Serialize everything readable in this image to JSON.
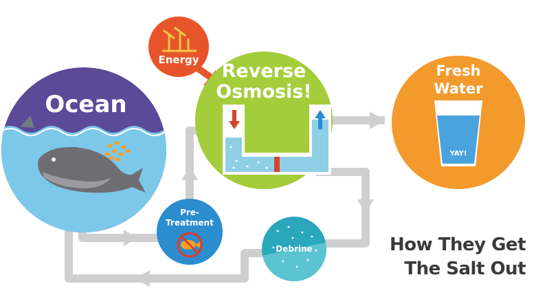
{
  "nodes": {
    "ocean": "Ocean",
    "energy": "Energy",
    "reverse_osmosis_line1": "Reverse",
    "reverse_osmosis_line2": "Osmosis!",
    "fresh_water_line1": "Fresh",
    "fresh_water_line2": "Water",
    "yay": "YAY!",
    "pretreatment_line1": "Pre-",
    "pretreatment_line2": "Treatment",
    "debrine": "Debrine"
  },
  "caption": {
    "line1": "How They Get",
    "line2": "The Salt Out"
  },
  "colors": {
    "ocean_sky": "#5b4a97",
    "ocean_water": "#7cc8ea",
    "energy": "#e8542a",
    "reverse_osmosis": "#a4cd3b",
    "fresh_water": "#f39a2c",
    "pretreatment": "#2b8cce",
    "debrine": "#2ba7bb",
    "pipe": "#cfcfcf"
  }
}
